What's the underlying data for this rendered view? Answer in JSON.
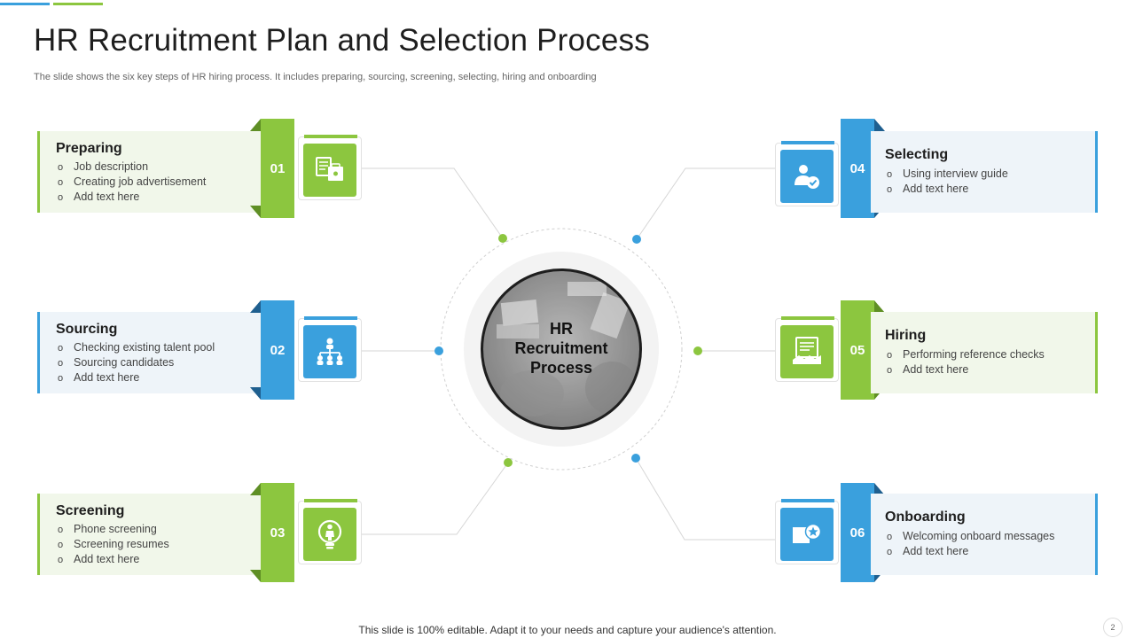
{
  "title": "HR Recruitment Plan and Selection Process",
  "subtitle": "The slide shows the six key steps of HR hiring process. It includes preparing, sourcing, screening, selecting, hiring and onboarding",
  "center": {
    "line1": "HR",
    "line2": "Recruitment",
    "line3": "Process"
  },
  "steps": [
    {
      "number": "01",
      "heading": "Preparing",
      "items": [
        "Job description",
        "Creating job advertisement",
        "Add text here"
      ],
      "icon": "documents-icon",
      "color": "#8cc63f"
    },
    {
      "number": "02",
      "heading": "Sourcing",
      "items": [
        "Checking existing talent pool",
        "Sourcing candidates",
        "Add text here"
      ],
      "icon": "org-chart-icon",
      "color": "#3aa0dd"
    },
    {
      "number": "03",
      "heading": "Screening",
      "items": [
        "Phone screening",
        "Screening resumes",
        "Add text here"
      ],
      "icon": "lightbulb-person-icon",
      "color": "#8cc63f"
    },
    {
      "number": "04",
      "heading": "Selecting",
      "items": [
        "Using interview guide",
        "Add text here"
      ],
      "icon": "user-check-icon",
      "color": "#3aa0dd"
    },
    {
      "number": "05",
      "heading": "Hiring",
      "items": [
        "Performing reference checks",
        "Add text here"
      ],
      "icon": "handshake-contract-icon",
      "color": "#8cc63f"
    },
    {
      "number": "06",
      "heading": "Onboarding",
      "items": [
        "Welcoming onboard  messages",
        "Add text here"
      ],
      "icon": "badge-star-icon",
      "color": "#3aa0dd"
    }
  ],
  "footer": "This slide is 100% editable. Adapt it to your needs and capture your audience's attention.",
  "page_number": "2"
}
